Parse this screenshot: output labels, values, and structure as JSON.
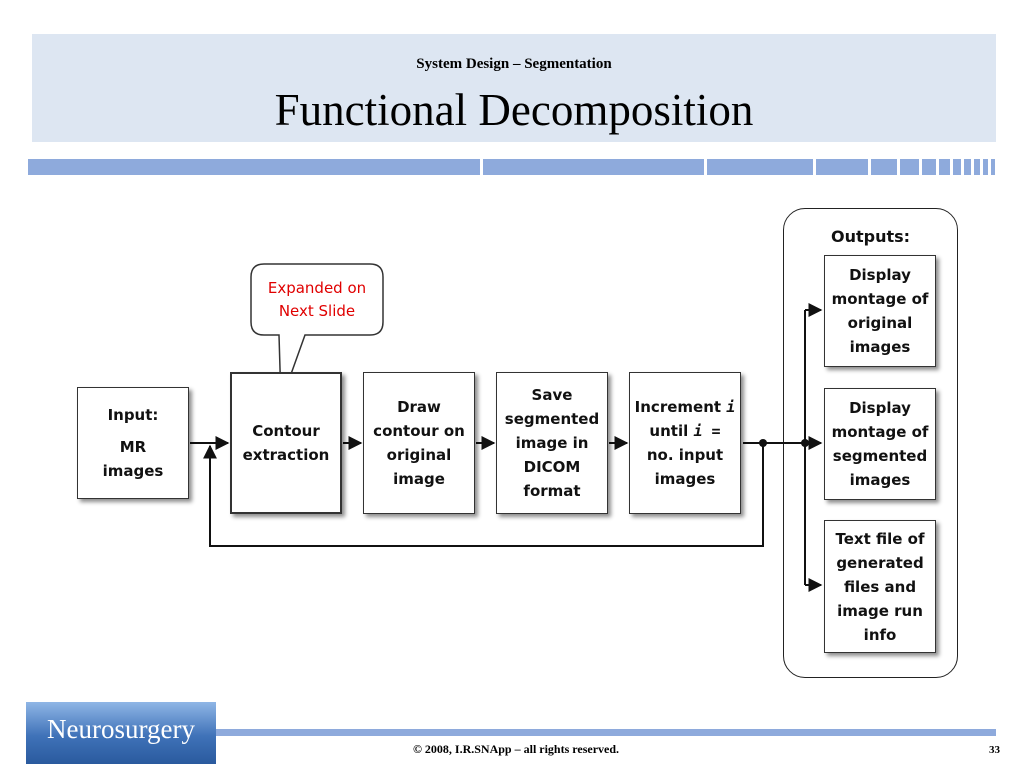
{
  "header": {
    "subtitle": "System Design – Segmentation",
    "title": "Functional Decomposition"
  },
  "diagram": {
    "input": {
      "line1": "Input:",
      "line2": "MR",
      "line3": "images"
    },
    "contour": {
      "line1": "Contour",
      "line2": "extraction"
    },
    "draw": {
      "line1": "Draw",
      "line2": "contour on",
      "line3": "original",
      "line4": "image"
    },
    "save": {
      "line1": "Save",
      "line2": "segmented",
      "line3": "image in",
      "line4": "DICOM",
      "line5": "format"
    },
    "increment": {
      "word1": "Increment",
      "var1": "i",
      "word2": "until",
      "var2": "i =",
      "line3": "no. input",
      "line4": "images"
    },
    "callout": {
      "line1": "Expanded on",
      "line2": "Next Slide"
    },
    "outputs": {
      "label": "Outputs:",
      "montage_original": {
        "line1": "Display",
        "line2": "montage of",
        "line3": "original",
        "line4": "images"
      },
      "montage_segmented": {
        "line1": "Display",
        "line2": "montage of",
        "line3": "segmented",
        "line4": "images"
      },
      "text_file": {
        "line1": "Text file of",
        "line2": "generated",
        "line3": "files and",
        "line4": "image run",
        "line5": "info"
      }
    }
  },
  "footer": {
    "logo_text": "Neurosurgery",
    "copyright": "© 2008, I.R.SNApp – all rights reserved.",
    "page_number": "33"
  },
  "colors": {
    "header_band": "#dde6f2",
    "accent_stripe": "#8eaadc",
    "callout_text": "#e00000"
  }
}
